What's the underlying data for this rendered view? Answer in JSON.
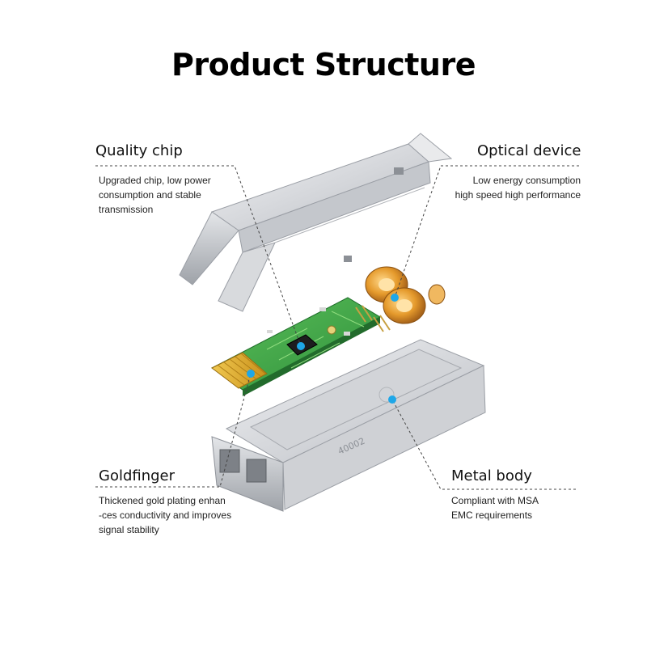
{
  "title": "Product Structure",
  "callouts": {
    "quality_chip": {
      "label": "Quality chip",
      "lines": [
        "Upgraded chip, low power",
        "consumption and stable",
        "transmission"
      ]
    },
    "optical_device": {
      "label": "Optical device",
      "lines": [
        "Low energy consumption",
        "high speed high performance"
      ]
    },
    "goldfinger": {
      "label": "Goldfinger",
      "lines": [
        "Thickened gold plating enhan",
        "-ces conductivity and improves",
        "signal stability"
      ]
    },
    "metal_body": {
      "label": "Metal body",
      "lines": [
        "Compliant with MSA",
        "EMC requirements"
      ]
    }
  },
  "housing_marking": "40002",
  "colors": {
    "marker": "#1ea7e8",
    "pcb": "#3aa84a",
    "gold": "#d9a520",
    "metal": "#c9ccd1",
    "optics": "#e59a2c"
  }
}
